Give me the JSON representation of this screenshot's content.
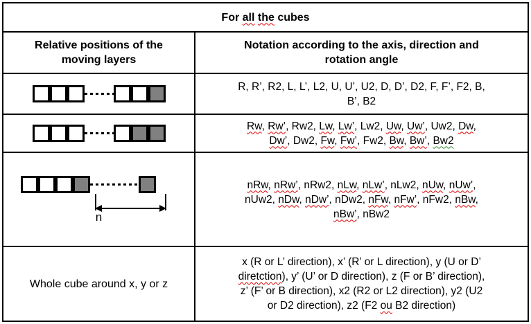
{
  "colors": {
    "border": "#000000",
    "square_gray": "#808080",
    "squiggle_red": "#e00000",
    "squiggle_green": "#2e8b2e"
  },
  "header": {
    "title": "For all the cubes",
    "title_tokens": [
      {
        "t": "For "
      },
      {
        "t": "all",
        "u": "r"
      },
      {
        "t": " "
      },
      {
        "t": "the",
        "u": "r"
      },
      {
        "t": " cubes"
      }
    ]
  },
  "columns": {
    "left": "Relative positions of the moving layers",
    "left_tokens": [
      {
        "t": "Relative positions of the"
      },
      {
        "br": true
      },
      {
        "t": "moving layers"
      }
    ],
    "right": "Notation according to the axis, direction and rotation angle",
    "right_tokens": [
      {
        "t": "Notation according to the axis, direction and"
      },
      {
        "br": true
      },
      {
        "t": "rotation angle"
      }
    ]
  },
  "rows": [
    {
      "diagram": {
        "left_squares": [
          "white",
          "white",
          "white"
        ],
        "right_squares": [
          "white",
          "white",
          "gray"
        ]
      },
      "notation_tokens": [
        {
          "t": "R, R’, R2, L, L’, L2, U, U’, U2, D, D’, D2, F, F’, F2, B,"
        },
        {
          "br": true
        },
        {
          "t": "B’, B2"
        }
      ]
    },
    {
      "diagram": {
        "left_squares": [
          "white",
          "white",
          "white"
        ],
        "right_squares": [
          "white",
          "gray",
          "gray"
        ]
      },
      "notation_tokens": [
        {
          "t": "Rw",
          "u": "r"
        },
        {
          "t": ", "
        },
        {
          "t": "Rw’",
          "u": "r"
        },
        {
          "t": ", Rw2, "
        },
        {
          "t": "Lw",
          "u": "r"
        },
        {
          "t": ", "
        },
        {
          "t": "Lw’",
          "u": "r"
        },
        {
          "t": ", Lw2, "
        },
        {
          "t": "Uw",
          "u": "r"
        },
        {
          "t": ", "
        },
        {
          "t": "Uw’",
          "u": "r"
        },
        {
          "t": ", Uw2, "
        },
        {
          "t": "Dw",
          "u": "r"
        },
        {
          "t": ","
        },
        {
          "br": true
        },
        {
          "t": "Dw’",
          "u": "r"
        },
        {
          "t": ", Dw2, "
        },
        {
          "t": "Fw",
          "u": "r"
        },
        {
          "t": ", "
        },
        {
          "t": "Fw’",
          "u": "r"
        },
        {
          "t": ", Fw2, "
        },
        {
          "t": "Bw",
          "u": "r"
        },
        {
          "t": ", "
        },
        {
          "t": "Bw’",
          "u": "r"
        },
        {
          "t": ", "
        },
        {
          "t": "Bw2",
          "u": "g"
        }
      ]
    },
    {
      "diagram": {
        "left_squares": [
          "white",
          "white",
          "white",
          "gray"
        ],
        "right_squares": [
          "gray"
        ],
        "measure_label": "n"
      },
      "notation_tokens": [
        {
          "t": "nRw",
          "u": "r"
        },
        {
          "t": ", "
        },
        {
          "t": "nRw’",
          "u": "r"
        },
        {
          "t": ", nRw2, "
        },
        {
          "t": "nLw",
          "u": "r"
        },
        {
          "t": ", "
        },
        {
          "t": "nLw’",
          "u": "r"
        },
        {
          "t": ", nLw2, "
        },
        {
          "t": "nUw",
          "u": "r"
        },
        {
          "t": ", "
        },
        {
          "t": "nUw’",
          "u": "r"
        },
        {
          "t": ","
        },
        {
          "br": true
        },
        {
          "t": "nUw2, "
        },
        {
          "t": "nDw",
          "u": "r"
        },
        {
          "t": ", "
        },
        {
          "t": "nDw’",
          "u": "r"
        },
        {
          "t": ", nDw2, "
        },
        {
          "t": "nFw",
          "u": "r"
        },
        {
          "t": ", "
        },
        {
          "t": "nFw’",
          "u": "r"
        },
        {
          "t": ", nFw2, "
        },
        {
          "t": "nBw",
          "u": "r"
        },
        {
          "t": ","
        },
        {
          "br": true
        },
        {
          "t": "nBw’",
          "u": "r"
        },
        {
          "t": ", nBw2"
        }
      ]
    },
    {
      "label": "Whole cube around x, y or z",
      "notation_tokens": [
        {
          "t": "x (R or L’ direction), x’ (R’ or L direction), y (U or D’"
        },
        {
          "br": true
        },
        {
          "t": "diretction",
          "u": "r"
        },
        {
          "t": "), y’ (U’ or D direction), z (F or B’ direction),"
        },
        {
          "br": true
        },
        {
          "t": "z’ (F’ or B direction), x2 (R2 or L2 direction), y2 (U2"
        },
        {
          "br": true
        },
        {
          "t": "or D2 direction), z2 (F2 "
        },
        {
          "t": "ou",
          "u": "r"
        },
        {
          "t": " B2 direction)"
        }
      ]
    }
  ]
}
